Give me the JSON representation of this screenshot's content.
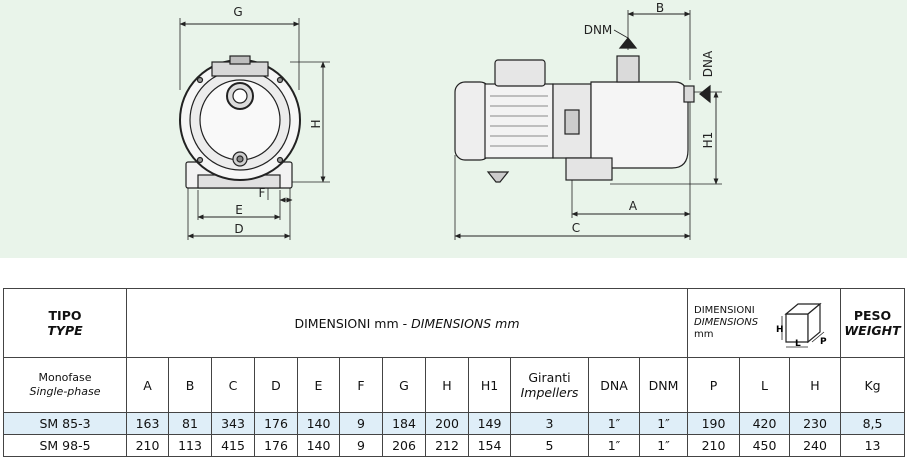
{
  "drawing": {
    "front_labels": {
      "G": "G",
      "H": "H",
      "F": "F",
      "E": "E",
      "D": "D"
    },
    "side_labels": {
      "DNM": "DNM",
      "B": "B",
      "DNA": "DNA",
      "H1": "H1",
      "A": "A",
      "C": "C"
    }
  },
  "table": {
    "tipo": "TIPO",
    "type": "TYPE",
    "dimensioni_title": "DIMENSIONI mm - ",
    "dimensions_title_it": "DIMENSIONS mm",
    "pack_dimensioni": "DIMENSIONI",
    "pack_dimensions": "DIMENSIONS",
    "pack_mm": "mm",
    "pack_box_labels": {
      "H": "H",
      "L": "L",
      "P": "P"
    },
    "peso": "PESO",
    "weight": "WEIGHT",
    "monofase": "Monofase",
    "single_phase": "Single-phase",
    "columns": [
      "A",
      "B",
      "C",
      "D",
      "E",
      "F",
      "G",
      "H",
      "H1"
    ],
    "giranti": "Giranti",
    "impellers": "Impellers",
    "col_dna": "DNA",
    "col_dnm": "DNM",
    "pack_columns": [
      "P",
      "L",
      "H"
    ],
    "col_kg": "Kg",
    "rows": [
      {
        "model": "SM 85-3",
        "values": [
          "163",
          "81",
          "343",
          "176",
          "140",
          "9",
          "184",
          "200",
          "149"
        ],
        "giranti": "3",
        "dna": "1″",
        "dnm": "1″",
        "pack": [
          "190",
          "420",
          "230"
        ],
        "kg": "8,5"
      },
      {
        "model": "SM 98-5",
        "values": [
          "210",
          "113",
          "415",
          "176",
          "140",
          "9",
          "206",
          "212",
          "154"
        ],
        "giranti": "5",
        "dna": "1″",
        "dnm": "1″",
        "pack": [
          "210",
          "450",
          "240"
        ],
        "kg": "13"
      }
    ]
  }
}
